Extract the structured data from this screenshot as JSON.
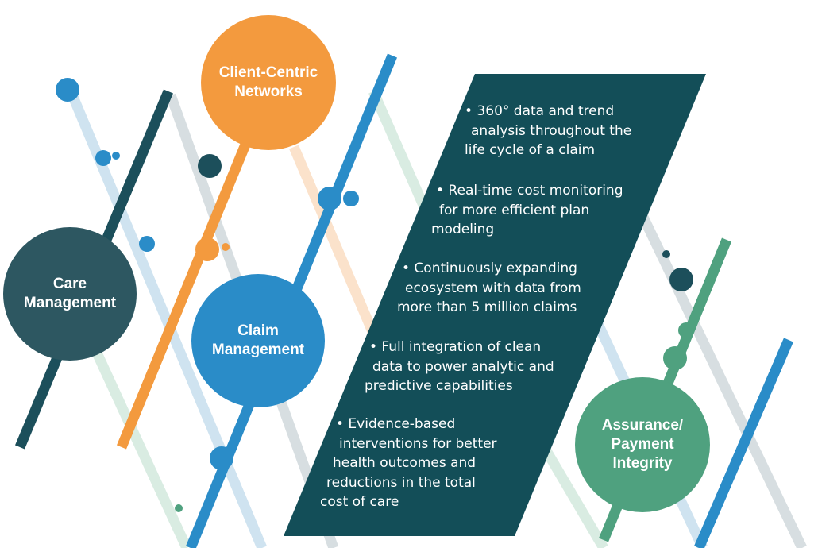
{
  "colors": {
    "dark_teal": "#1c4f5b",
    "teal_panel": "#134e58",
    "orange": "#f39a3e",
    "blue": "#2a8cc8",
    "green": "#4fa17f",
    "light_blue": "#cfe3f0",
    "light_green": "#d9ece2",
    "light_gray": "#d7dee1",
    "light_orange": "#fbe2cb"
  },
  "nodes": {
    "care_management": {
      "line1": "Care",
      "line2": "Management",
      "color": "#2d5761"
    },
    "client_centric_networks": {
      "line1": "Client-Centric",
      "line2": "Networks",
      "color": "#f39a3e"
    },
    "claim_management": {
      "line1": "Claim",
      "line2": "Management",
      "color": "#2a8cc8"
    },
    "assurance_payment_integrity": {
      "line1": "Assurance/",
      "line2": "Payment",
      "line3": "Integrity",
      "color": "#4fa17f"
    }
  },
  "bullets": [
    {
      "lines": [
        "• 360° data and trend",
        "analysis throughout the",
        "life cycle of a claim"
      ]
    },
    {
      "lines": [
        "• Real-time cost monitoring",
        "for more efficient plan",
        "modeling"
      ]
    },
    {
      "lines": [
        "• Continuously expanding",
        "ecosystem with data from",
        "more than 5 million claims"
      ]
    },
    {
      "lines": [
        "• Full integration of clean",
        "data to power analytic and",
        "predictive capabilities"
      ]
    },
    {
      "lines": [
        "• Evidence-based",
        "interventions for better",
        "health outcomes and",
        "reductions in the total",
        "cost of care"
      ]
    }
  ]
}
